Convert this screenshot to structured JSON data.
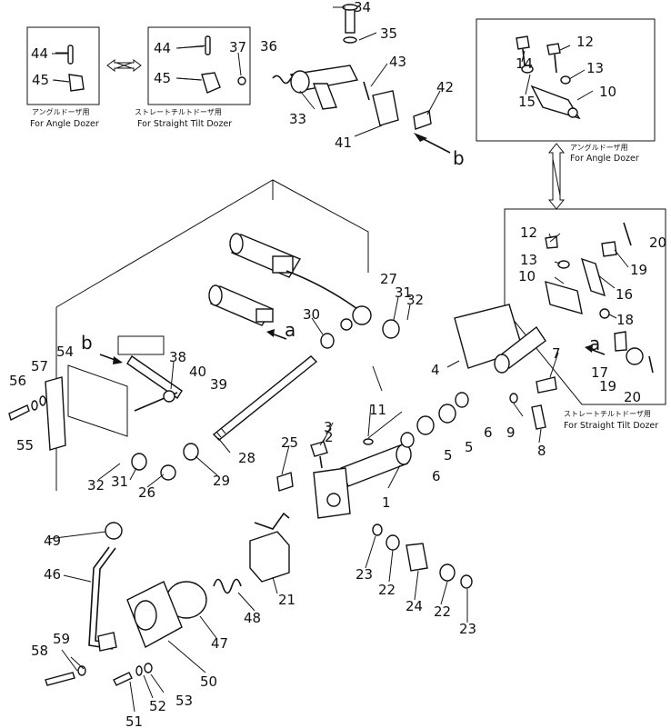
{
  "callouts": [
    {
      "id": "p1",
      "text": "1"
    },
    {
      "id": "p2",
      "text": "2"
    },
    {
      "id": "p3",
      "text": "3"
    },
    {
      "id": "p4",
      "text": "4"
    },
    {
      "id": "p5a",
      "text": "5"
    },
    {
      "id": "p5b",
      "text": "5"
    },
    {
      "id": "p6a",
      "text": "6"
    },
    {
      "id": "p6b",
      "text": "6"
    },
    {
      "id": "p7",
      "text": "7"
    },
    {
      "id": "p8",
      "text": "8"
    },
    {
      "id": "p9",
      "text": "9"
    },
    {
      "id": "p10a",
      "text": "10"
    },
    {
      "id": "p10b",
      "text": "10"
    },
    {
      "id": "p11",
      "text": "11"
    },
    {
      "id": "p12a",
      "text": "12"
    },
    {
      "id": "p12b",
      "text": "12"
    },
    {
      "id": "p13a",
      "text": "13"
    },
    {
      "id": "p13b",
      "text": "13"
    },
    {
      "id": "p14",
      "text": "14"
    },
    {
      "id": "p15",
      "text": "15"
    },
    {
      "id": "p16",
      "text": "16"
    },
    {
      "id": "p17",
      "text": "17"
    },
    {
      "id": "p18",
      "text": "18"
    },
    {
      "id": "p19a",
      "text": "19"
    },
    {
      "id": "p19b",
      "text": "19"
    },
    {
      "id": "p20a",
      "text": "20"
    },
    {
      "id": "p20b",
      "text": "20"
    },
    {
      "id": "p21",
      "text": "21"
    },
    {
      "id": "p22a",
      "text": "22"
    },
    {
      "id": "p22b",
      "text": "22"
    },
    {
      "id": "p23a",
      "text": "23"
    },
    {
      "id": "p23b",
      "text": "23"
    },
    {
      "id": "p24",
      "text": "24"
    },
    {
      "id": "p25",
      "text": "25"
    },
    {
      "id": "p26",
      "text": "26"
    },
    {
      "id": "p27",
      "text": "27"
    },
    {
      "id": "p28",
      "text": "28"
    },
    {
      "id": "p29",
      "text": "29"
    },
    {
      "id": "p30",
      "text": "30"
    },
    {
      "id": "p31a",
      "text": "31"
    },
    {
      "id": "p31b",
      "text": "31"
    },
    {
      "id": "p32a",
      "text": "32"
    },
    {
      "id": "p32b",
      "text": "32"
    },
    {
      "id": "p33",
      "text": "33"
    },
    {
      "id": "p34",
      "text": "34"
    },
    {
      "id": "p35",
      "text": "35"
    },
    {
      "id": "p36",
      "text": "36"
    },
    {
      "id": "p37",
      "text": "37"
    },
    {
      "id": "p38",
      "text": "38"
    },
    {
      "id": "p39",
      "text": "39"
    },
    {
      "id": "p40",
      "text": "40"
    },
    {
      "id": "p41",
      "text": "41"
    },
    {
      "id": "p42",
      "text": "42"
    },
    {
      "id": "p43",
      "text": "43"
    },
    {
      "id": "p44a",
      "text": "44"
    },
    {
      "id": "p44b",
      "text": "44"
    },
    {
      "id": "p45a",
      "text": "45"
    },
    {
      "id": "p45b",
      "text": "45"
    },
    {
      "id": "p46",
      "text": "46"
    },
    {
      "id": "p47",
      "text": "47"
    },
    {
      "id": "p48",
      "text": "48"
    },
    {
      "id": "p49",
      "text": "49"
    },
    {
      "id": "p50",
      "text": "50"
    },
    {
      "id": "p51",
      "text": "51"
    },
    {
      "id": "p52",
      "text": "52"
    },
    {
      "id": "p53",
      "text": "53"
    },
    {
      "id": "p54",
      "text": "54"
    },
    {
      "id": "p55",
      "text": "55"
    },
    {
      "id": "p56",
      "text": "56"
    },
    {
      "id": "p57",
      "text": "57"
    },
    {
      "id": "p58",
      "text": "58"
    },
    {
      "id": "p59",
      "text": "59"
    }
  ],
  "captions": {
    "angle_jp": "アングルドーザ用",
    "angle_en": "For Angle Dozer",
    "straight_jp": "ストレートチルトドーザ用",
    "straight_en": "For Straight Tilt Dozer",
    "topright_jp": "アングルドーザ用",
    "topright_en": "For Angle Dozer",
    "right_jp": "ストレートチルトドーザ用",
    "right_en": "For Straight Tilt Dozer"
  },
  "view_arrows": {
    "b_top": "b",
    "b_left": "b",
    "a_mid": "a",
    "a_right": "a"
  }
}
